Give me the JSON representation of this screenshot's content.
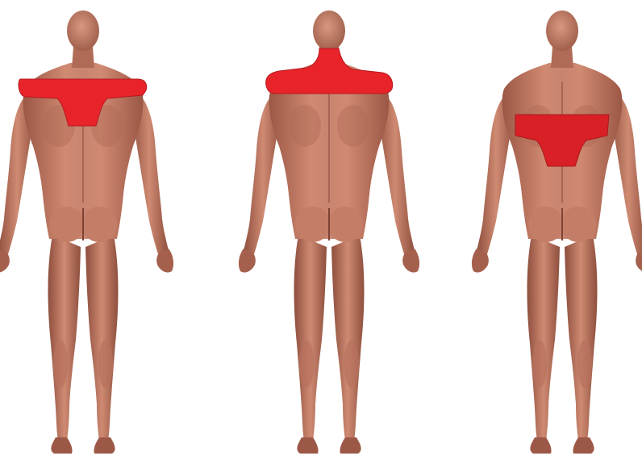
{
  "figures": [
    {
      "id": "figure-1",
      "region": "upper-back-and-shoulders"
    },
    {
      "id": "figure-2",
      "region": "neck-and-shoulders"
    },
    {
      "id": "figure-3",
      "region": "mid-back"
    }
  ],
  "colors": {
    "background": "#ffffff",
    "skin_base": "#c07560",
    "skin_light": "#dc9a82",
    "skin_shadow": "#8a4a3a",
    "highlight_region": "#e8232a",
    "highlight_edge": "#b31d22"
  }
}
